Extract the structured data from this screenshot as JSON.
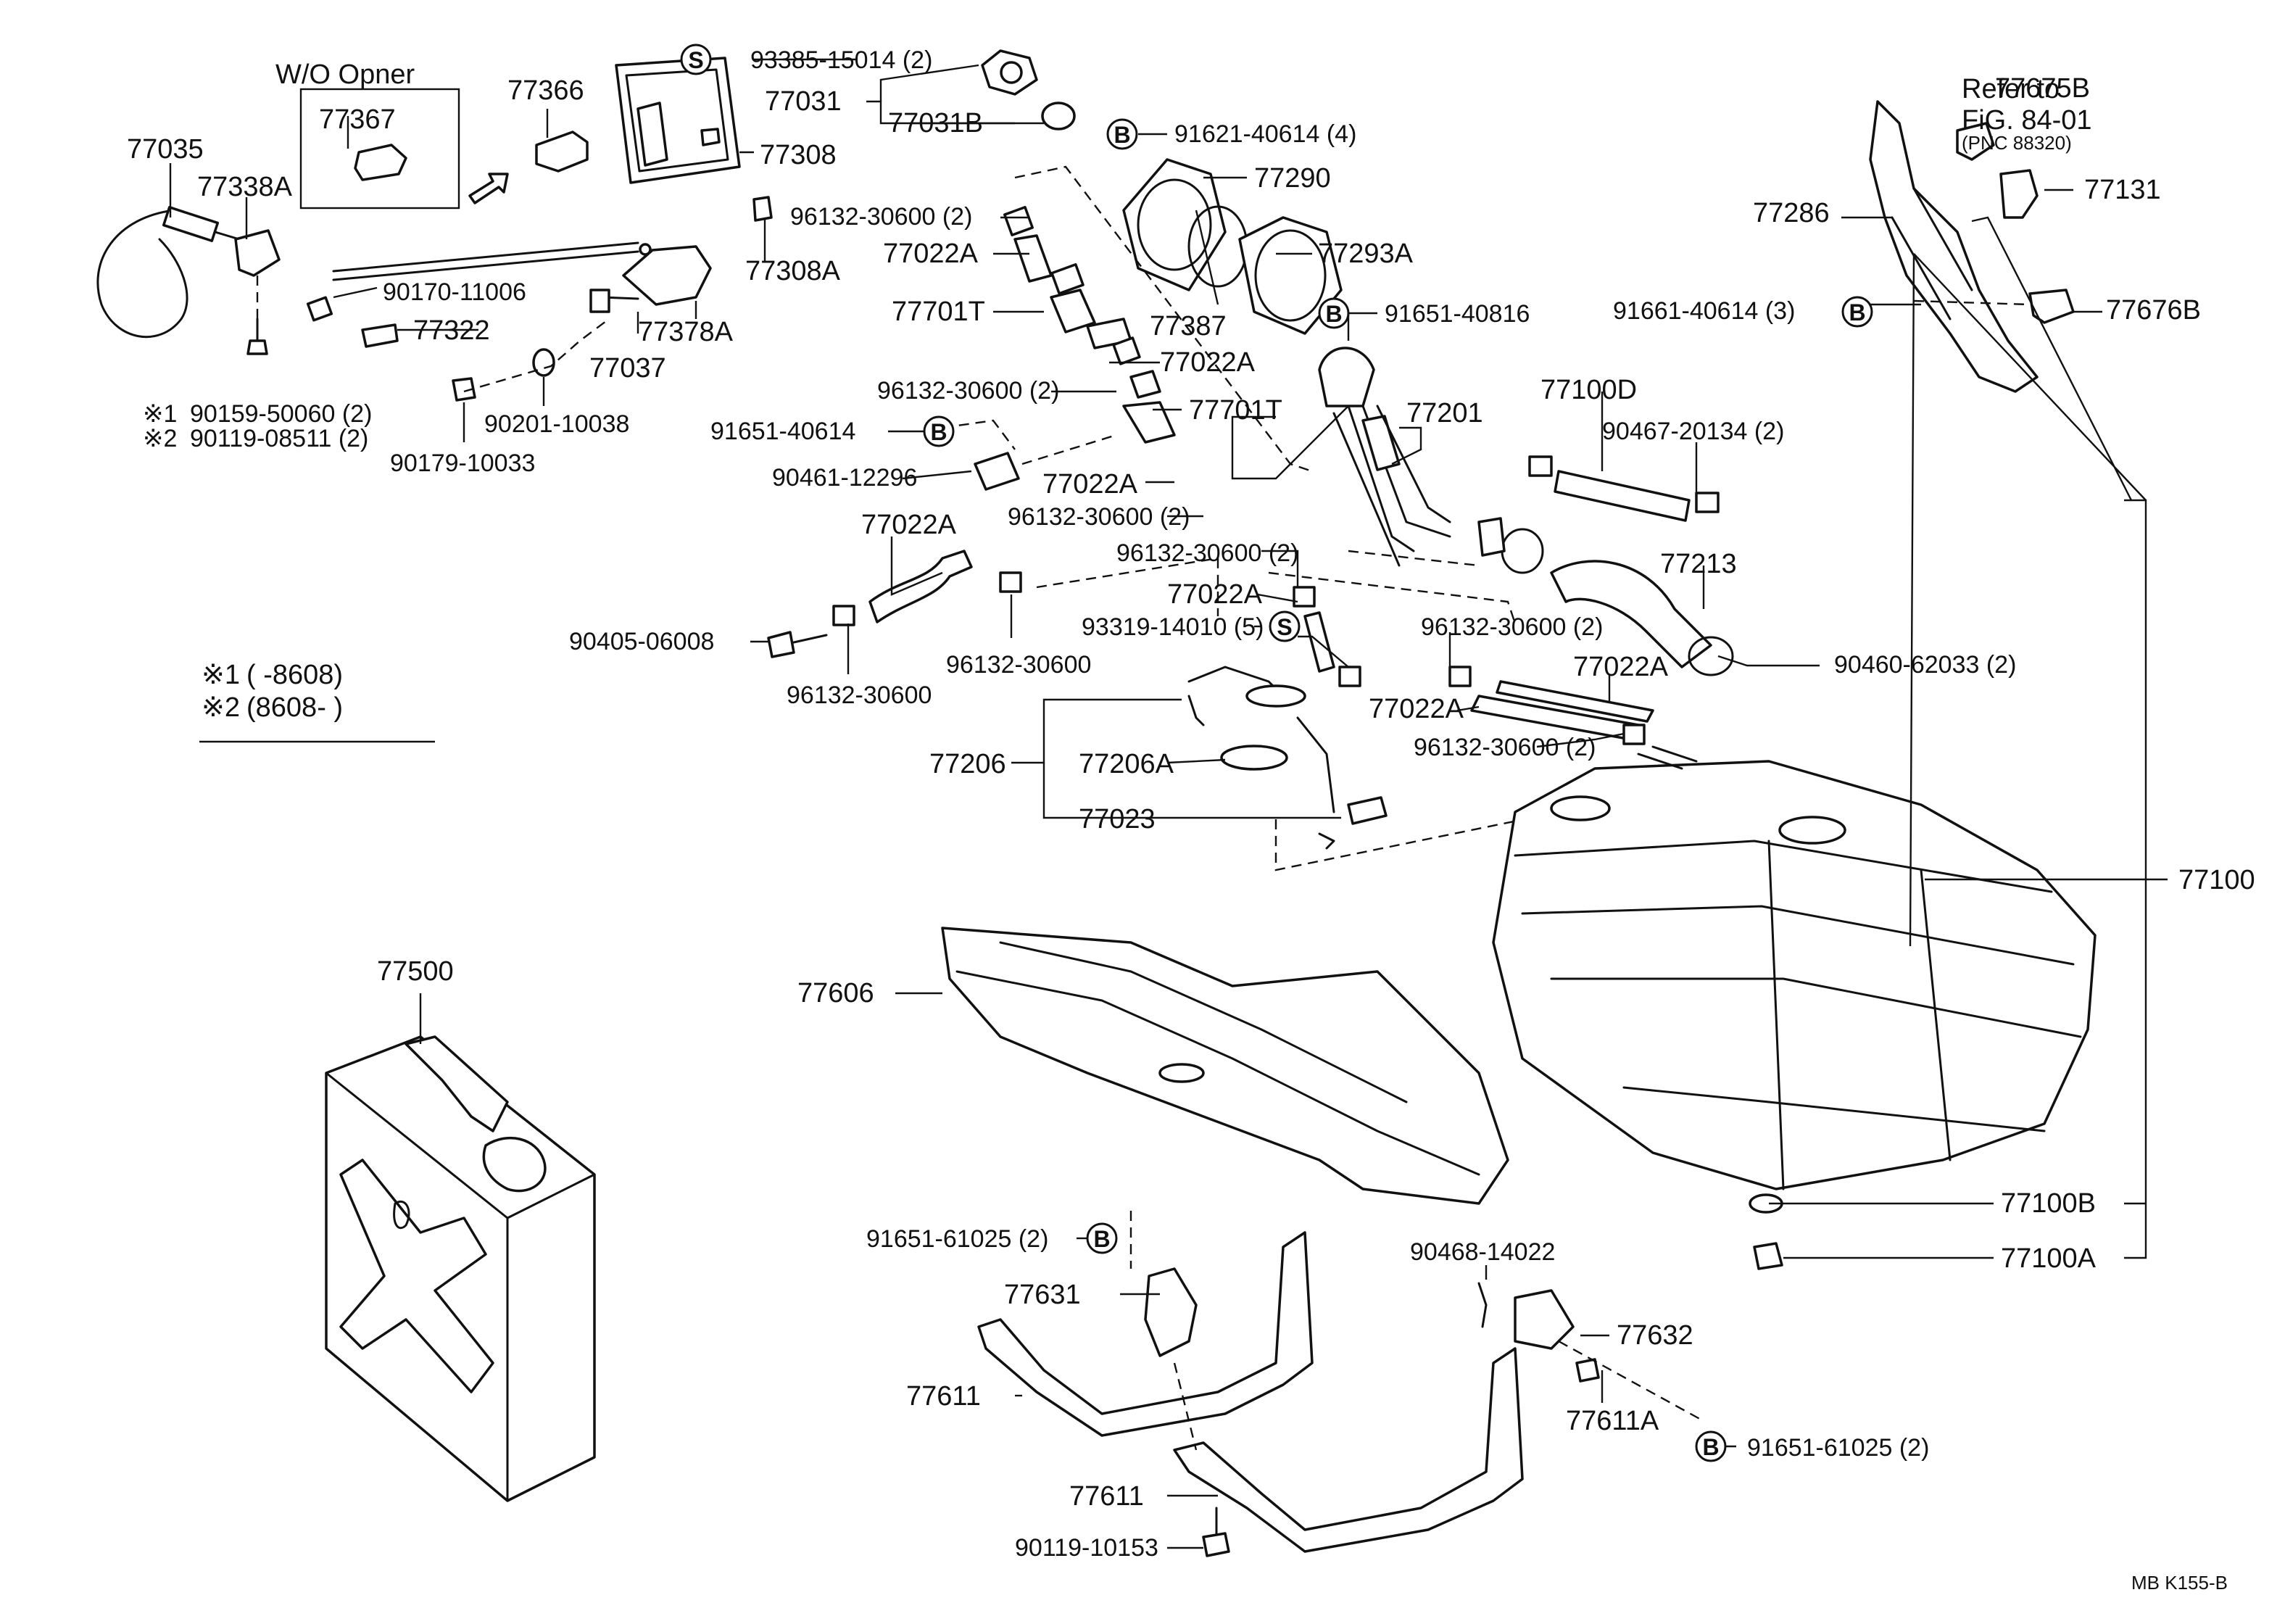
{
  "figure_code": "MB  K155-B",
  "wo_opener_label": "W/O Opner",
  "legend": {
    "row1_mark": "※1",
    "row1_text": "(       -8608)",
    "row2_mark": "※2",
    "row2_text": "(8608-       )"
  },
  "refer": {
    "line1": "Refer to",
    "line2": "FiG. 84-01",
    "line3": "(PNC 88320)"
  },
  "marks": {
    "S": "S",
    "B": "B"
  },
  "labels": {
    "p77035": "77035",
    "p77338A": "77338A",
    "p77367": "77367",
    "p77366": "77366",
    "p93385": "93385-15014 (2)",
    "p77031": "77031",
    "p77031B": "77031B",
    "p77308": "77308",
    "p77308A": "77308A",
    "p90170": "90170-11006",
    "p77322": "77322",
    "p77378A": "77378A",
    "p77037": "77037",
    "p90159": "90159-50060 (2)",
    "p90119_08511": "90119-08511 (2)",
    "p90201": "90201-10038",
    "p90179": "90179-10033",
    "p91621": "91621-40614 (4)",
    "p77290": "77290",
    "p96132_a": "96132-30600 (2)",
    "p77022A_a": "77022A",
    "p77293A": "77293A",
    "p77387": "77387",
    "p77701T_a": "77701T",
    "p91651_40816": "91651-40816",
    "p77022A_b": "77022A",
    "p96132_b": "96132-30600 (2)",
    "p77701T_b": "77701T",
    "p77201": "77201",
    "p77100D": "77100D",
    "p91651_40614": "91651-40614",
    "p90467": "90467-20134 (2)",
    "p90461": "90461-12296",
    "p77022A_c": "77022A",
    "p96132_c": "96132-30600 (2)",
    "p77022A_d": "77022A",
    "p96132_d": "96132-30600 (2)",
    "p77213": "77213",
    "p90405": "90405-06008",
    "p96132_e": "96132-30600",
    "p96132_f": "96132-30600",
    "p77022A_e": "77022A",
    "p93319": "93319-14010 (5)",
    "p96132_g": "96132-30600 (2)",
    "p77022A_f": "77022A",
    "p90460": "90460-62033 (2)",
    "p77022A_g": "77022A",
    "p96132_h": "96132-30600 (2)",
    "p77206": "77206",
    "p77206A": "77206A",
    "p77023": "77023",
    "p77100": "77100",
    "p77675B": "77675B",
    "p77131": "77131",
    "p77286": "77286",
    "p91661": "91661-40614 (3)",
    "p77676B": "77676B",
    "p77500": "77500",
    "p77606": "77606",
    "p77100B": "77100B",
    "p77100A": "77100A",
    "p91651_61025_a": "91651-61025 (2)",
    "p77631": "77631",
    "p90468": "90468-14022",
    "p77632": "77632",
    "p77611_a": "77611",
    "p77611A": "77611A",
    "p91651_61025_b": "91651-61025 (2)",
    "p77611_b": "77611",
    "p90119_10153": "90119-10153"
  }
}
